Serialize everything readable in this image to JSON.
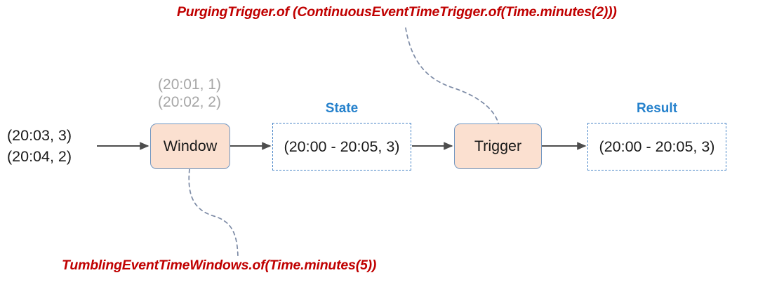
{
  "diagram": {
    "title_hidden": "Flink windowing trigger pipeline",
    "annotations": {
      "top": "PurgingTrigger.of (ContinuousEventTimeTrigger.of(Time.minutes(2)))",
      "bottom": "TumblingEventTimeWindows.of(Time.minutes(5))",
      "color": "#C00000"
    },
    "input_events": {
      "late_events": [
        "(20:01, 1)",
        "(20:02, 2)"
      ],
      "late_color": "#A6A6A6",
      "main_events": [
        "(20:03, 3)",
        "(20:04, 2)"
      ],
      "main_color": "#1A1A1A"
    },
    "nodes": [
      {
        "id": "window",
        "label": "Window",
        "kind": "process",
        "fill": "#FBE0D0",
        "stroke": "#7196C0"
      },
      {
        "id": "state",
        "label": "(20:00 - 20:05, 3)",
        "caption": "State",
        "kind": "data",
        "stroke": "#4A86C8",
        "caption_color": "#2581CC"
      },
      {
        "id": "trigger",
        "label": "Trigger",
        "kind": "process",
        "fill": "#FBE0D0",
        "stroke": "#7196C0"
      },
      {
        "id": "result",
        "label": "(20:00 - 20:05, 3)",
        "caption": "Result",
        "kind": "data",
        "stroke": "#4A86C8",
        "caption_color": "#2581CC"
      }
    ],
    "arrows": {
      "count": 4,
      "color": "#4D4D4D"
    },
    "connectors": {
      "style": "dashed-curve",
      "color": "#7D8BA6",
      "from_top_annotation_to": "trigger",
      "from_bottom_annotation_to": "window"
    }
  }
}
